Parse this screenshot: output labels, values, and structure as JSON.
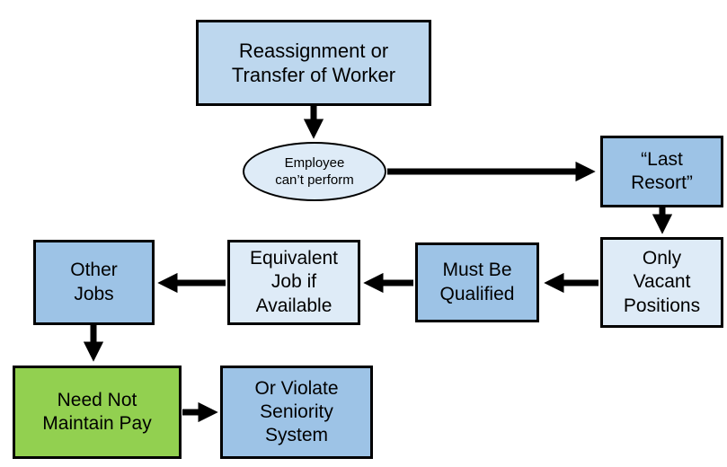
{
  "diagram": {
    "type": "flowchart",
    "colors": {
      "box_blue_medium": "#9DC3E6",
      "box_blue_light": "#DEEBF7",
      "box_blue_top": "#BDD7EE",
      "box_green": "#92D050",
      "border": "#000000",
      "arrow": "#000000",
      "background": "#FFFFFF"
    }
  },
  "nodes": {
    "reassignment": {
      "label": "Reassignment or\nTransfer of Worker",
      "shape": "rect",
      "fill": "#BDD7EE"
    },
    "employee_cant_perform": {
      "label": "Employee\ncan’t perform",
      "shape": "ellipse",
      "fill": "#DEEBF7"
    },
    "last_resort": {
      "label": "“Last\nResort”",
      "shape": "rect",
      "fill": "#9DC3E6"
    },
    "only_vacant": {
      "label": "Only\nVacant\nPositions",
      "shape": "rect",
      "fill": "#DEEBF7"
    },
    "must_be_qualified": {
      "label": "Must Be\nQualified",
      "shape": "rect",
      "fill": "#9DC3E6"
    },
    "equivalent_job": {
      "label": "Equivalent\nJob if\nAvailable",
      "shape": "rect",
      "fill": "#DEEBF7"
    },
    "other_jobs": {
      "label": "Other\nJobs",
      "shape": "rect",
      "fill": "#9DC3E6"
    },
    "need_not_maintain_pay": {
      "label": "Need Not\nMaintain Pay",
      "shape": "rect",
      "fill": "#92D050"
    },
    "or_violate_seniority": {
      "label": "Or Violate\nSeniority\nSystem",
      "shape": "rect",
      "fill": "#9DC3E6"
    }
  },
  "edges": [
    {
      "from": "reassignment",
      "to": "employee_cant_perform"
    },
    {
      "from": "employee_cant_perform",
      "to": "last_resort"
    },
    {
      "from": "last_resort",
      "to": "only_vacant"
    },
    {
      "from": "only_vacant",
      "to": "must_be_qualified"
    },
    {
      "from": "must_be_qualified",
      "to": "equivalent_job"
    },
    {
      "from": "equivalent_job",
      "to": "other_jobs"
    },
    {
      "from": "other_jobs",
      "to": "need_not_maintain_pay"
    },
    {
      "from": "need_not_maintain_pay",
      "to": "or_violate_seniority"
    }
  ]
}
